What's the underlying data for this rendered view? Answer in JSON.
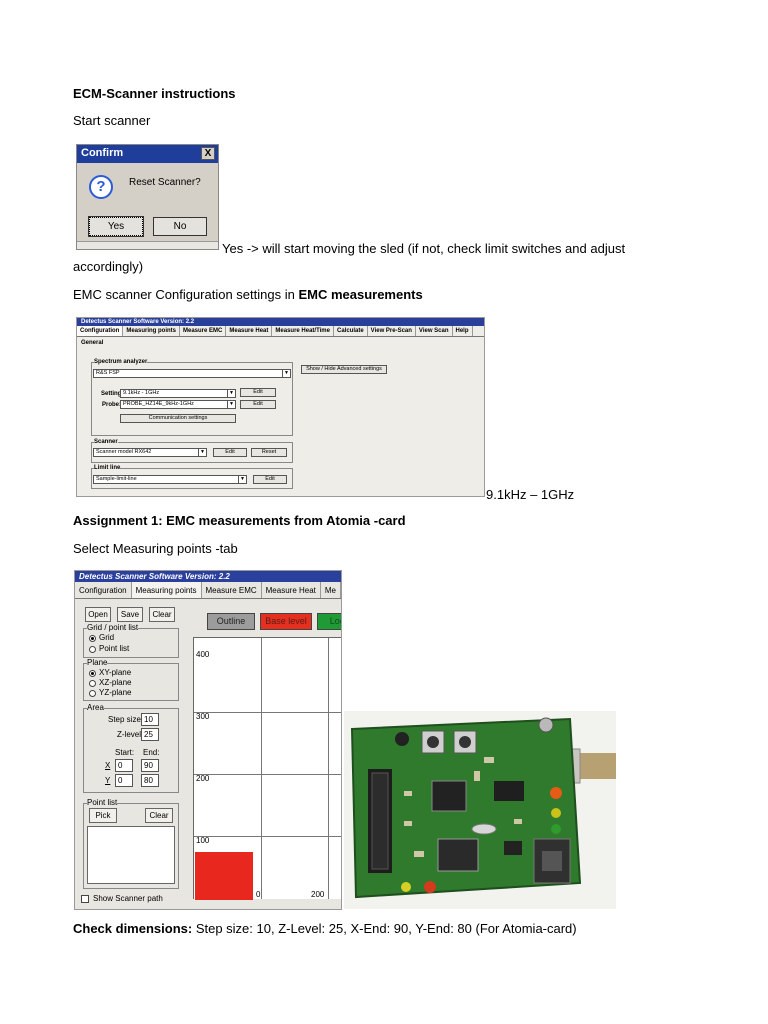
{
  "doc": {
    "title": "ECM-Scanner instructions",
    "start_scanner": "Start scanner",
    "yes_note_line1": "Yes -> will start moving the sled (if not, check limit switches and adjust",
    "yes_note_line2": "accordingly)",
    "emc_config_prefix": "EMC scanner Configuration settings in ",
    "emc_config_bold": "EMC measurements",
    "freq_range": "9.1kHz – 1GHz",
    "assignment_title": "Assignment 1: EMC measurements from Atomia -card",
    "select_tab": "Select Measuring points -tab",
    "check_label": "Check dimensions:",
    "check_text": " Step size: 10, Z-Level: 25, X-End: 90, Y-End: 80 (For Atomia-card)"
  },
  "confirm_dialog": {
    "title": "Confirm",
    "close": "X",
    "question_icon": "?",
    "message": "Reset Scanner?",
    "yes": "Yes",
    "no": "No"
  },
  "config_screen": {
    "title": "Detectus Scanner Software Version: 2.2",
    "tabs": [
      "Configuration",
      "Measuring points",
      "Measure EMC",
      "Measure Heat",
      "Measure Heat/Time",
      "Calculate",
      "View Pre-Scan",
      "View Scan",
      "Help"
    ],
    "general": "General",
    "spectrum_label": "Spectrum analyzer",
    "spectrum_value": "R&S FSP",
    "adv_button": "Show / Hide Advanced settings",
    "setting_label": "Setting:",
    "setting_value": "9.1kHz - 1GHz",
    "probe_label": "Probe:",
    "probe_value": "PROBE_HZ14E_9kHz-1GHz",
    "edit": "Edit",
    "comm_button": "Communication settings",
    "scanner_label": "Scanner",
    "scanner_value": "Scanner model RX642",
    "reset": "Reset",
    "limit_label": "Limit line",
    "limit_value": "Sample-limit-line"
  },
  "mp_screen": {
    "title": "Detectus Scanner Software Version: 2.2",
    "tabs": [
      "Configuration",
      "Measuring points",
      "Measure EMC",
      "Measure Heat",
      "Me"
    ],
    "open": "Open",
    "save": "Save",
    "clear": "Clear",
    "grid_group": "Grid / point list",
    "grid": "Grid",
    "point_list_opt": "Point list",
    "plane_group": "Plane",
    "xy": "XY-plane",
    "xz": "XZ-plane",
    "yz": "YZ-plane",
    "area_group": "Area",
    "step_label": "Step size:",
    "step_value": "10",
    "z_label": "Z-level:",
    "z_value": "25",
    "start_label": "Start:",
    "end_label": "End:",
    "x_label": "X",
    "y_label": "Y",
    "x_start": "0",
    "x_end": "90",
    "y_start": "0",
    "y_end": "80",
    "pointlist_group": "Point list",
    "pick": "Pick",
    "show_path": "Show Scanner path",
    "outline": "Outline",
    "base_level": "Base level",
    "third_toggle": "Loc",
    "y400": "400",
    "y300": "300",
    "y200": "200",
    "y100": "100",
    "x0": "0",
    "x200": "200"
  }
}
